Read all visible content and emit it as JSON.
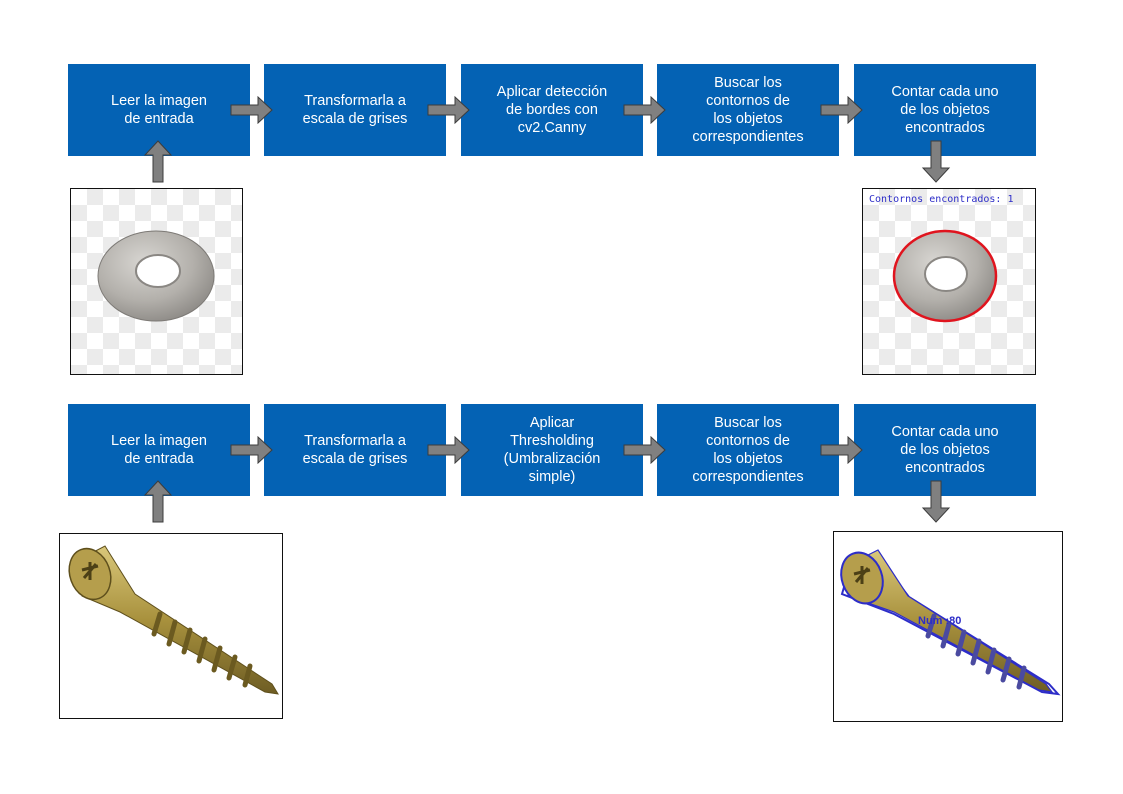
{
  "pipeline_canny": {
    "steps": [
      "Leer la imagen\nde entrada",
      "Transformarla a\nescala de grises",
      "Aplicar detección\nde bordes con\ncv2.Canny",
      "Buscar los\ncontornos de\nlos objetos\ncorrespondientes",
      "Contar cada uno\nde los objetos\nencontrados"
    ],
    "output_caption": "Contornos encontrados: 1"
  },
  "pipeline_threshold": {
    "steps": [
      "Leer la imagen\nde entrada",
      "Transformarla a\nescala de grises",
      "Aplicar\nThresholding\n(Umbralización\nsimple)",
      "Buscar los\ncontornos de\nlos objetos\ncorrespondientes",
      "Contar cada uno\nde los objetos\nencontrados"
    ],
    "output_caption": "Num :80"
  },
  "colors": {
    "step_box": "#0462b4",
    "step_text": "#ffffff",
    "arrow": "#808080",
    "canny_contour": "#e0141e",
    "threshold_contour": "#2d2dc8"
  }
}
